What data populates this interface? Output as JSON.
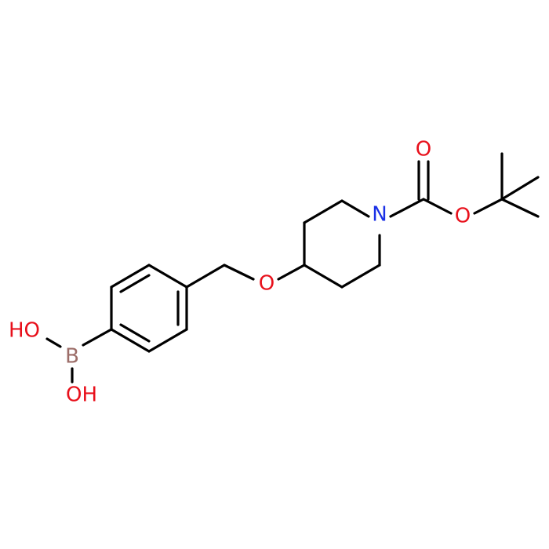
{
  "molecule": {
    "atoms": [
      {
        "id": "a_OH1",
        "text": "HO",
        "color": "#e8101b"
      },
      {
        "id": "a_B",
        "text": "B",
        "color": "#9c6d68"
      },
      {
        "id": "a_OH2",
        "text": "OH",
        "color": "#e8101b"
      },
      {
        "id": "a_O_ether",
        "text": "O",
        "color": "#e8101b"
      },
      {
        "id": "a_N",
        "text": "N",
        "color": "#1a30e6"
      },
      {
        "id": "a_O_carbonyl",
        "text": "O",
        "color": "#e8101b"
      },
      {
        "id": "a_O_ester",
        "text": "O",
        "color": "#e8101b"
      }
    ]
  }
}
